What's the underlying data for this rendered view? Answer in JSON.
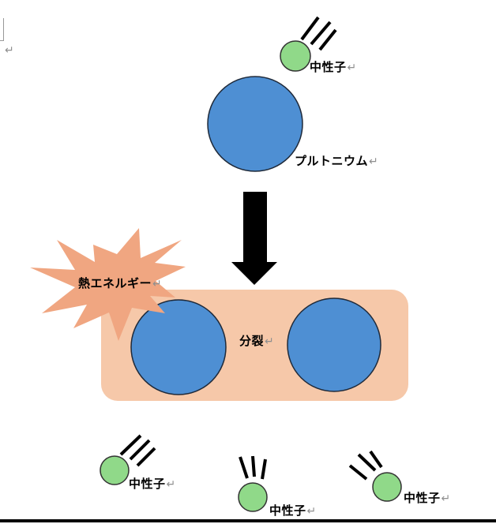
{
  "page": {
    "background": "#FFFFFF"
  },
  "colors": {
    "neutron_fill": "#90D989",
    "neutron_stroke": "#333333",
    "nucleus_fill": "#4E8FD3",
    "nucleus_stroke": "#1F2A3A",
    "container_fill": "#F6C8A9",
    "burst_fill": "#F0A681",
    "arrow_black": "#000000",
    "mark_gray": "#999999"
  },
  "editor": {
    "paragraph_mark": "↵"
  },
  "diagram": {
    "top_neutron": {
      "label": "中性子"
    },
    "plutonium": {
      "label": "プルトニウム"
    },
    "heat": {
      "label": "熱エネルギー"
    },
    "fission": {
      "label": "分裂"
    },
    "bottom_neutrons": [
      {
        "label": "中性子"
      },
      {
        "label": "中性子"
      },
      {
        "label": "中性子"
      }
    ]
  }
}
